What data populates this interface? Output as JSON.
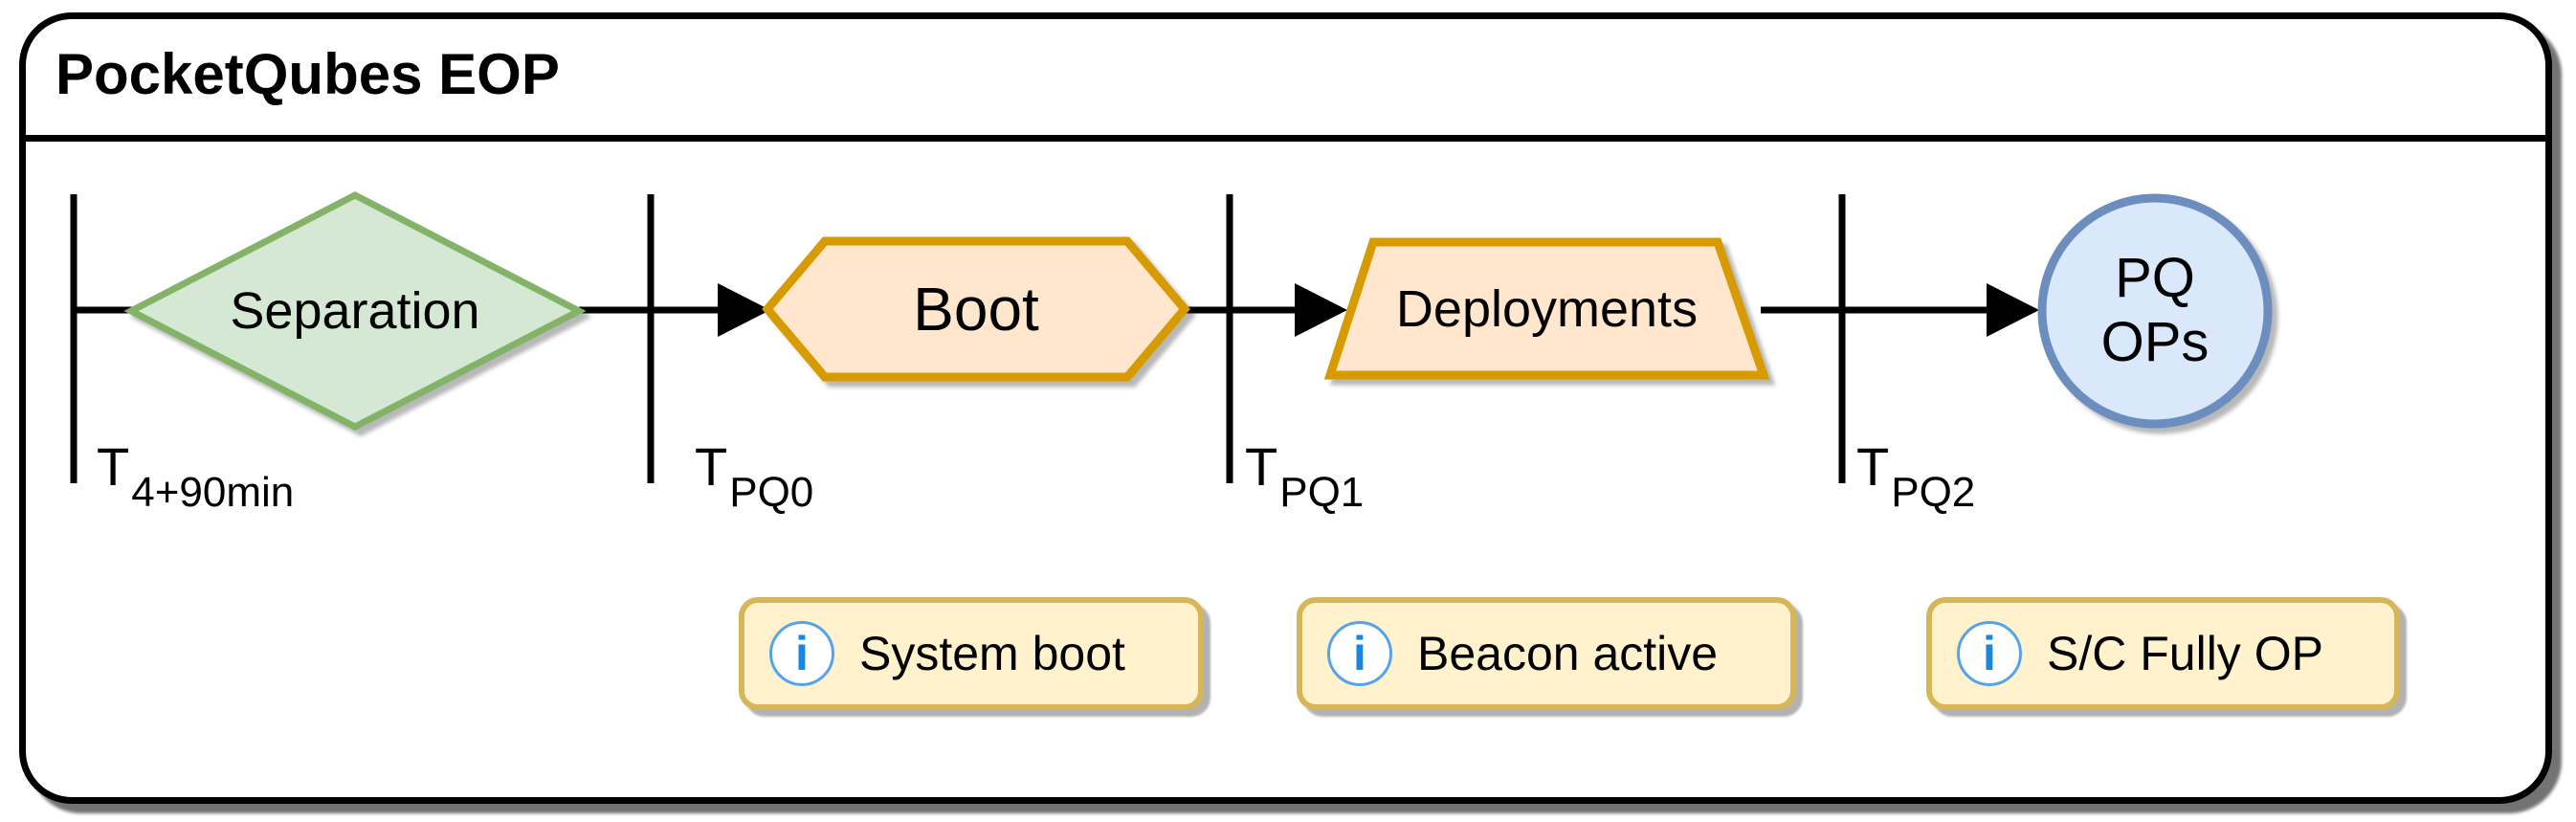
{
  "diagram": {
    "title": "PocketQubes EOP",
    "type": "event-operations-timeline"
  },
  "timeline": {
    "milestones": [
      {
        "symbol": "T",
        "subscript": "4+90min"
      },
      {
        "symbol": "T",
        "subscript": "PQ0"
      },
      {
        "symbol": "T",
        "subscript": "PQ1"
      },
      {
        "symbol": "T",
        "subscript": "PQ2"
      }
    ]
  },
  "nodes": {
    "separation": {
      "label": "Separation",
      "shape": "diamond",
      "fill": "#d5e8d4",
      "stroke": "#82b366"
    },
    "boot": {
      "label": "Boot",
      "shape": "hexagon",
      "fill": "#ffe6cc",
      "stroke": "#d79b00"
    },
    "deployments": {
      "label": "Deployments",
      "shape": "trapezoid",
      "fill": "#ffe6cc",
      "stroke": "#d79b00"
    },
    "pq_ops": {
      "line1": "PQ",
      "line2": "OPs",
      "shape": "circle",
      "fill": "#dae8fc",
      "stroke": "#6c8ebf"
    }
  },
  "notes": [
    {
      "glyph": "i",
      "text": "System boot"
    },
    {
      "glyph": "i",
      "text": "Beacon active"
    },
    {
      "glyph": "i",
      "text": "S/C Fully OP"
    }
  ],
  "colors": {
    "note_fill": "#fff2cc",
    "note_stroke": "#d6b656",
    "info_icon_blue": "#1787e0",
    "line_black": "#000000",
    "background": "#ffffff"
  }
}
